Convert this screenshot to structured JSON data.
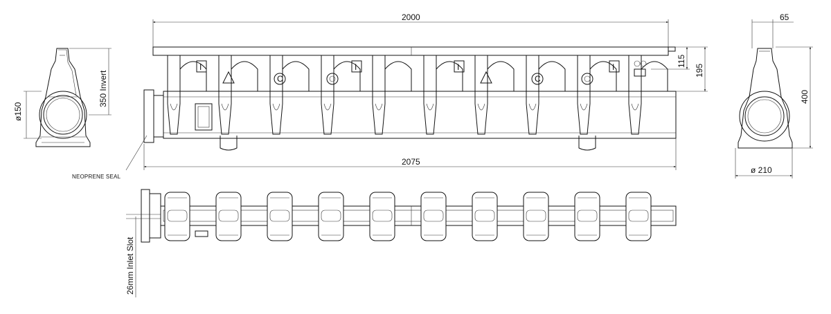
{
  "drawing": {
    "dimensions": {
      "top_length": "2000",
      "overall_length": "2075",
      "rim_to_outlet": "115",
      "height_front": "195",
      "flange_width": "65",
      "height_side": "400",
      "base_diameter": "ø 210",
      "outlet_diameter": "ø150",
      "invert": "350 Invert",
      "inlet_slot": "26mm Inlet Slot"
    },
    "callouts": {
      "seal": "NEOPRENE SEAL"
    },
    "symbols": {
      "inspection": "I",
      "cleanout": "C",
      "outlet": "O"
    }
  }
}
